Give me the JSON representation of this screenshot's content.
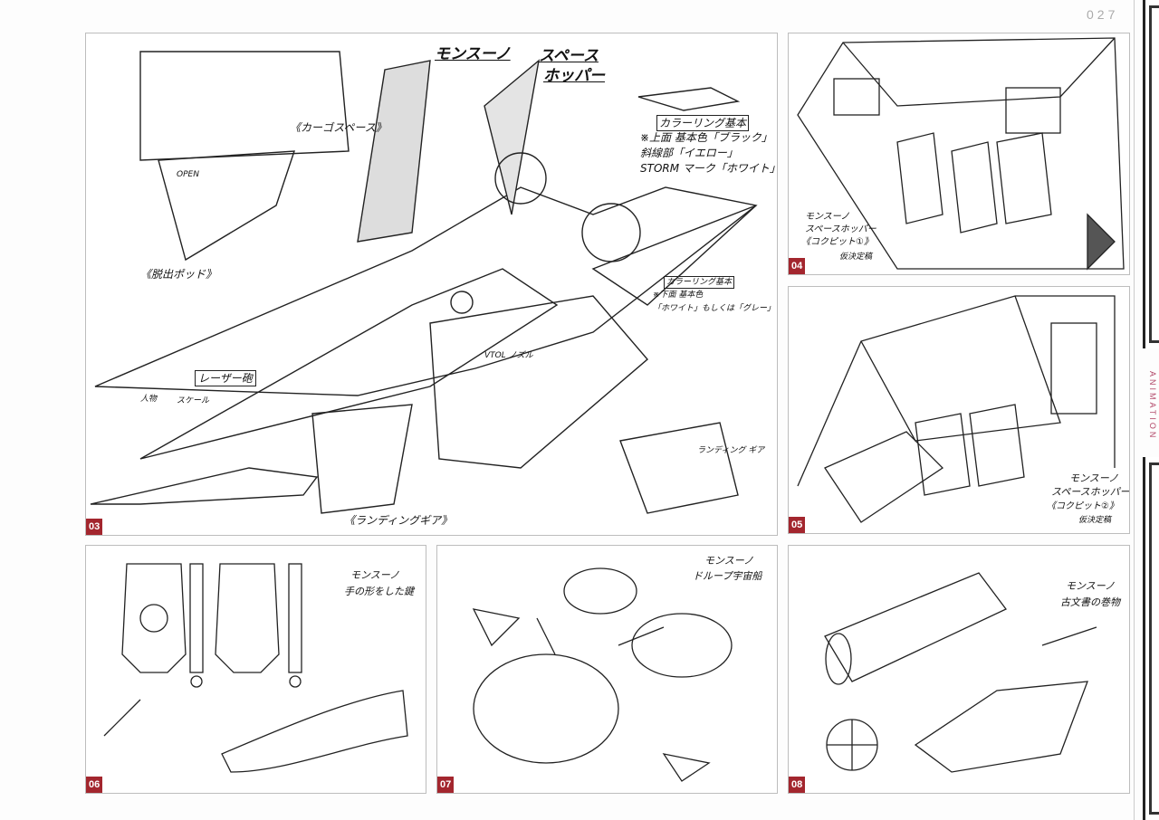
{
  "page_number": "027",
  "section_label": "ANIMATION",
  "panels": [
    {
      "number": "03",
      "captions": {
        "title_1": "モンスーノ",
        "title_2": "スペース",
        "title_3": "ホッパー",
        "coloring_header": "カラーリング基本",
        "coloring_1": "※上面 基本色「ブラック」",
        "coloring_2": "斜線部「イエロー」",
        "coloring_3": "STORM マーク「ホワイト」",
        "coloring2_header": "カラーリング基本",
        "coloring2_1": "※下面 基本色",
        "coloring2_2": "「ホワイト」もしくは「グレー」",
        "cargo": "《カーゴスペース》",
        "pod": "《脱出ポッド》",
        "laser": "レーザー砲",
        "vtol": "VTOL ノズル",
        "gear1": "《ランディングギア》",
        "gear2": "ランディング ギア",
        "open": "OPEN",
        "scale": "スケール",
        "human": "人物"
      }
    },
    {
      "number": "04",
      "captions": {
        "line_1": "モンスーノ",
        "line_2": "スペースホッパー",
        "line_3": "《コクピット①》",
        "note": "仮決定稿"
      }
    },
    {
      "number": "05",
      "captions": {
        "line_1": "モンスーノ",
        "line_2": "スペースホッパー",
        "line_3": "《コクピット②》",
        "note": "仮決定稿"
      }
    },
    {
      "number": "06",
      "captions": {
        "line_1": "モンスーノ",
        "line_2": "手の形をした鍵"
      }
    },
    {
      "number": "07",
      "captions": {
        "line_1": "モンスーノ",
        "line_2": "ドループ宇宙船"
      }
    },
    {
      "number": "08",
      "captions": {
        "line_1": "モンスーノ",
        "line_2": "古文書の巻物"
      }
    }
  ]
}
